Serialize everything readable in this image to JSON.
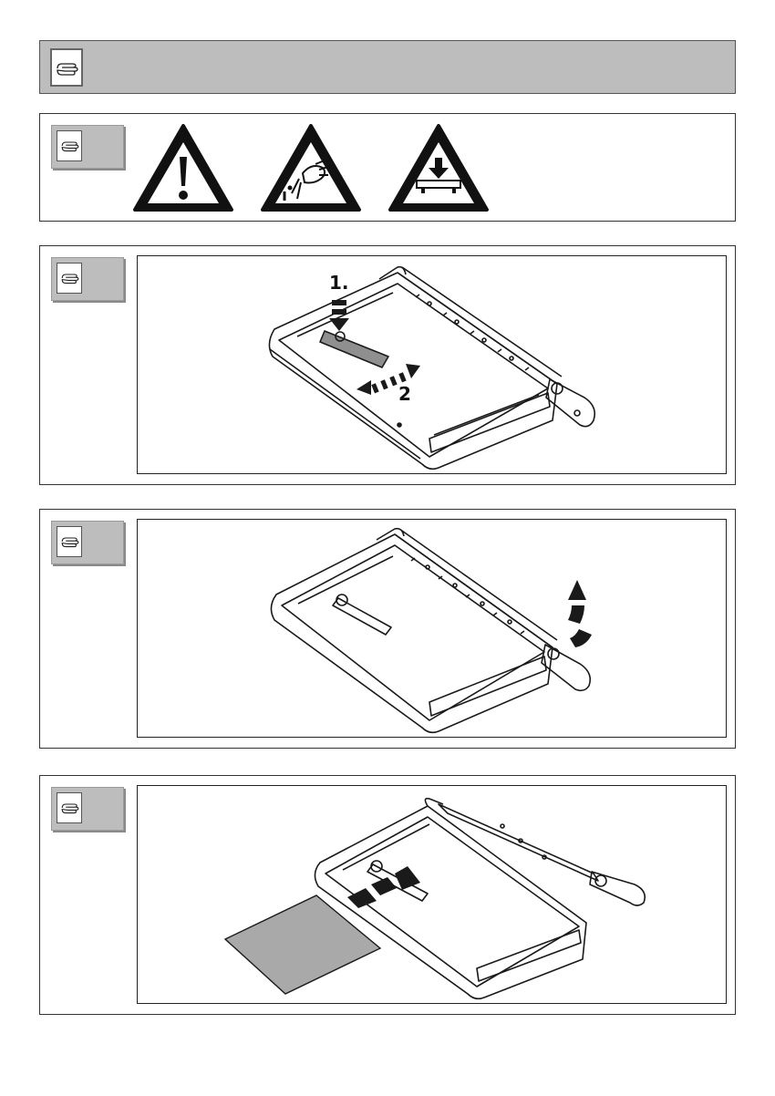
{
  "header": {
    "icon": "hand-pointing-icon"
  },
  "warnings": {
    "icons": [
      "warning-exclamation-icon",
      "hand-injury-warning-icon",
      "crush-press-warning-icon"
    ]
  },
  "steps": [
    {
      "icon": "hand-pointing-icon",
      "label_1": "1.",
      "label_2": "2",
      "illustration": "paper-cutter-unlock-slider"
    },
    {
      "icon": "hand-pointing-icon",
      "illustration": "paper-cutter-lift-blade"
    },
    {
      "icon": "hand-pointing-icon",
      "illustration": "paper-cutter-insert-paper"
    }
  ],
  "colors": {
    "header_bar": "#bdbdbd",
    "tab": "#bdbdbd",
    "paper": "#a9a9a9",
    "ink": "#1a1a1a"
  }
}
